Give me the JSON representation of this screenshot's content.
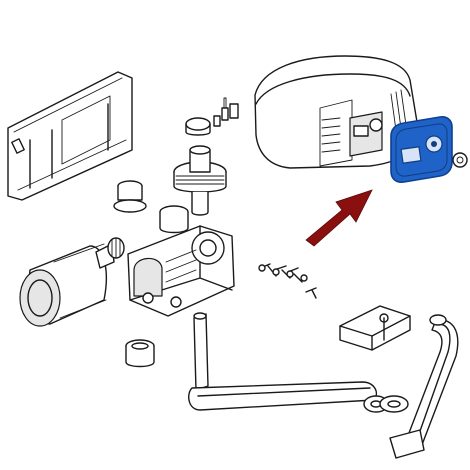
{
  "colors": {
    "highlight": "#1f63c9",
    "highlight_dark": "#0f3f8f",
    "arrow": "#8a1010",
    "line": "#1a1a1a",
    "background": "#ffffff"
  },
  "parts": [
    {
      "name": "mounting-plate"
    },
    {
      "name": "cover-housing"
    },
    {
      "name": "control-panel-plate",
      "highlighted": true
    },
    {
      "name": "cover-cap"
    },
    {
      "name": "small-gear-set"
    },
    {
      "name": "worm-gear-assembly"
    },
    {
      "name": "electric-motor"
    },
    {
      "name": "gearbox-housing"
    },
    {
      "name": "screw-set"
    },
    {
      "name": "sleeve-bushing"
    },
    {
      "name": "arm-bracket"
    },
    {
      "name": "straight-arm"
    },
    {
      "name": "curved-arm"
    }
  ],
  "indicator": {
    "icon": "pointer-arrow-icon",
    "target": "control-panel-plate"
  }
}
